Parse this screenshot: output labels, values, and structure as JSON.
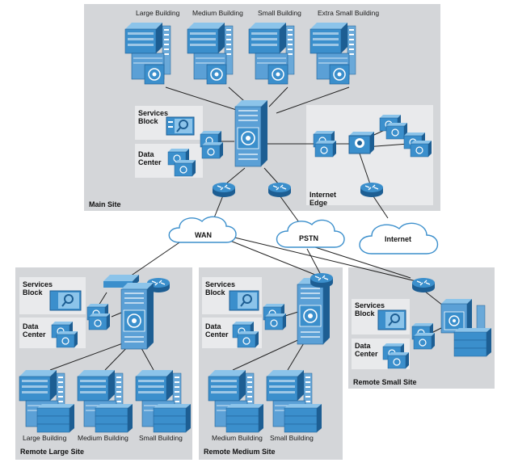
{
  "main_site": {
    "title": "Main Site",
    "buildings": [
      "Large Building",
      "Medium Building",
      "Small Building",
      "Extra Small Building"
    ],
    "services_block": [
      "Services",
      "Block"
    ],
    "data_center": [
      "Data",
      "Center"
    ],
    "internet_edge": [
      "Internet",
      "Edge"
    ]
  },
  "clouds": {
    "wan": "WAN",
    "pstn": "PSTN",
    "internet": "Internet"
  },
  "remote_large": {
    "title": "Remote Large Site",
    "services_block": [
      "Services",
      "Block"
    ],
    "data_center": [
      "Data",
      "Center"
    ],
    "buildings": [
      "Large Building",
      "Medium Building",
      "Small Building"
    ]
  },
  "remote_medium": {
    "title": "Remote Medium Site",
    "services_block": [
      "Services",
      "Block"
    ],
    "data_center": [
      "Data",
      "Center"
    ],
    "buildings": [
      "Medium Building",
      "Small Building"
    ]
  },
  "remote_small": {
    "title": "Remote Small Site",
    "services_block": [
      "Services",
      "Block"
    ],
    "data_center": [
      "Data",
      "Center"
    ]
  },
  "colors": {
    "panel": "#d4d6d9",
    "subpanel": "#e9eaec",
    "device": "#3b8fcc",
    "device_dark": "#1d5e93",
    "device_light": "#8cc4ea"
  }
}
